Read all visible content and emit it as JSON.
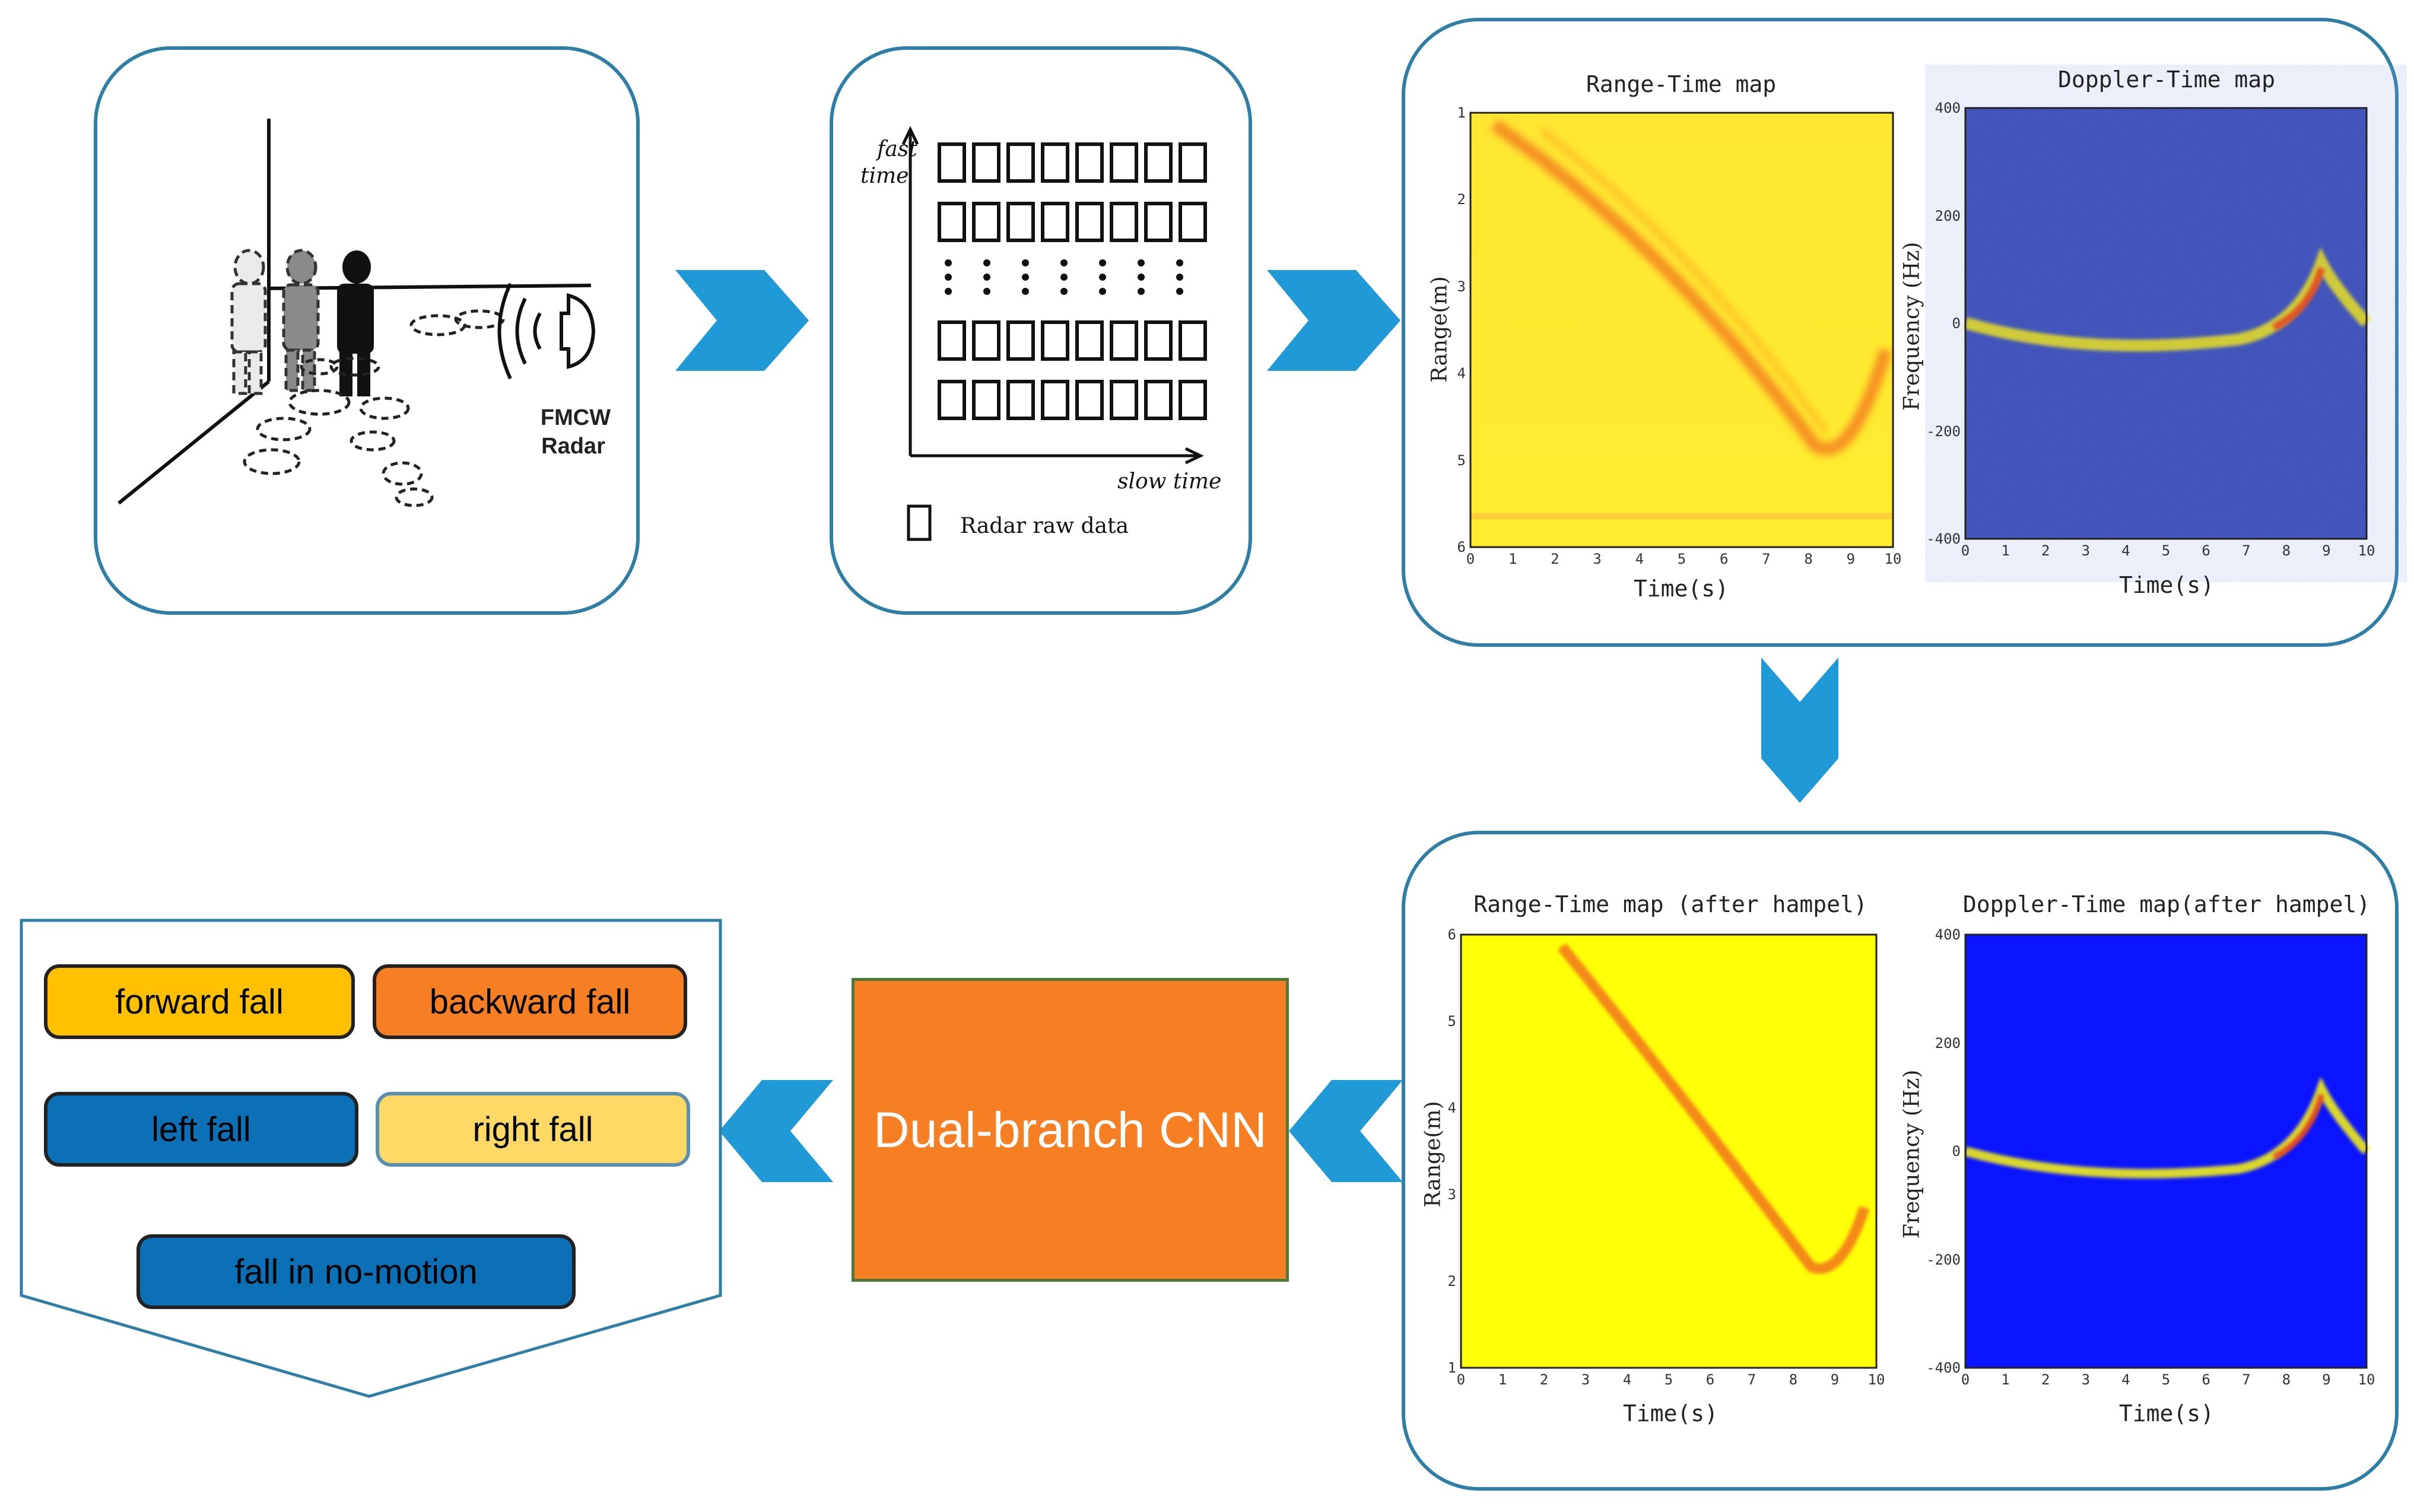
{
  "radar": {
    "label_line1": "FMCW",
    "label_line2": "Radar"
  },
  "raw": {
    "fast_time": "fast",
    "fast_time2": "time",
    "slow_time": "slow time",
    "legend": "Radar raw data"
  },
  "maps": {
    "rt_raw": {
      "title": "Range-Time map",
      "xlabel": "Time(s)",
      "ylabel": "Range(m)",
      "xticks": [
        "0",
        "1",
        "2",
        "3",
        "4",
        "5",
        "6",
        "7",
        "8",
        "9",
        "10"
      ],
      "yticks": [
        "1",
        "2",
        "3",
        "4",
        "5",
        "6"
      ]
    },
    "dt_raw": {
      "title": "Doppler-Time map",
      "xlabel": "Time(s)",
      "ylabel": "Frequency (Hz)",
      "xticks": [
        "0",
        "1",
        "2",
        "3",
        "4",
        "5",
        "6",
        "7",
        "8",
        "9",
        "10"
      ],
      "yticks": [
        "400",
        "200",
        "0",
        "-200",
        "-400"
      ]
    },
    "rt_h": {
      "title": "Range-Time map (after hampel)",
      "xlabel": "Time(s)",
      "ylabel": "Range(m)",
      "xticks": [
        "0",
        "1",
        "2",
        "3",
        "4",
        "5",
        "6",
        "7",
        "8",
        "9",
        "10"
      ],
      "yticks": [
        "6",
        "5",
        "4",
        "3",
        "2",
        "1"
      ]
    },
    "dt_h": {
      "title": "Doppler-Time map(after hampel)",
      "xlabel": "Time(s)",
      "ylabel": "Frequency (Hz)",
      "xticks": [
        "0",
        "1",
        "2",
        "3",
        "4",
        "5",
        "6",
        "7",
        "8",
        "9",
        "10"
      ],
      "yticks": [
        "400",
        "200",
        "0",
        "-200",
        "-400"
      ]
    }
  },
  "cnn": {
    "label": "Dual-branch CNN"
  },
  "classes": {
    "forward": "forward fall",
    "backward": "backward fall",
    "left": "left fall",
    "right": "right fall",
    "nomotion": "fall in no-motion"
  },
  "colors": {
    "panel_border": "#2f7ea6",
    "arrow": "#1f9ad6",
    "cnn": "#f77f23",
    "forward": "#ffc000",
    "backward": "#f77f23",
    "left": "#0b70b5",
    "right": "#ffd966",
    "nomotion": "#0b70b5"
  }
}
